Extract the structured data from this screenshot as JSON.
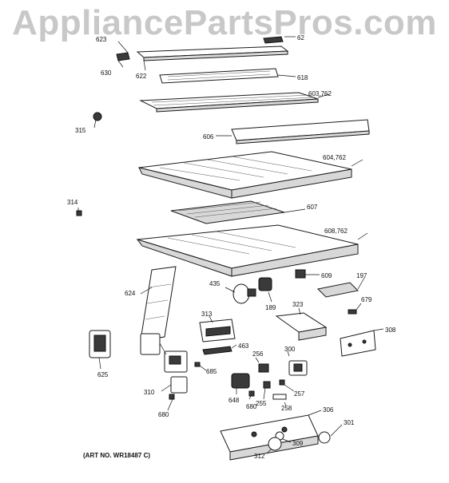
{
  "watermark": "AppliancePartsPros.com",
  "art_number": "(ART NO. WR18487 C)",
  "callouts": {
    "c623": "623",
    "c627": "62",
    "c630": "630",
    "c622": "622",
    "c618": "618",
    "c603": "603,762",
    "c315": "315",
    "c606": "606",
    "c604": "604,762",
    "c314": "314",
    "c607": "607",
    "c608": "608,762",
    "c624": "624",
    "c435": "435",
    "c609": "609",
    "c197": "197",
    "c189": "189",
    "c679": "679",
    "c323": "323",
    "c313": "313",
    "c308": "308",
    "c463": "463",
    "c625": "625",
    "c256": "256",
    "c300": "300",
    "c685": "685",
    "c310": "310",
    "c257": "257",
    "c648": "648",
    "c680a": "680",
    "c255": "255",
    "c258": "258",
    "c306": "306",
    "c680b": "680",
    "c301": "301",
    "c309": "309",
    "c312": "312"
  }
}
